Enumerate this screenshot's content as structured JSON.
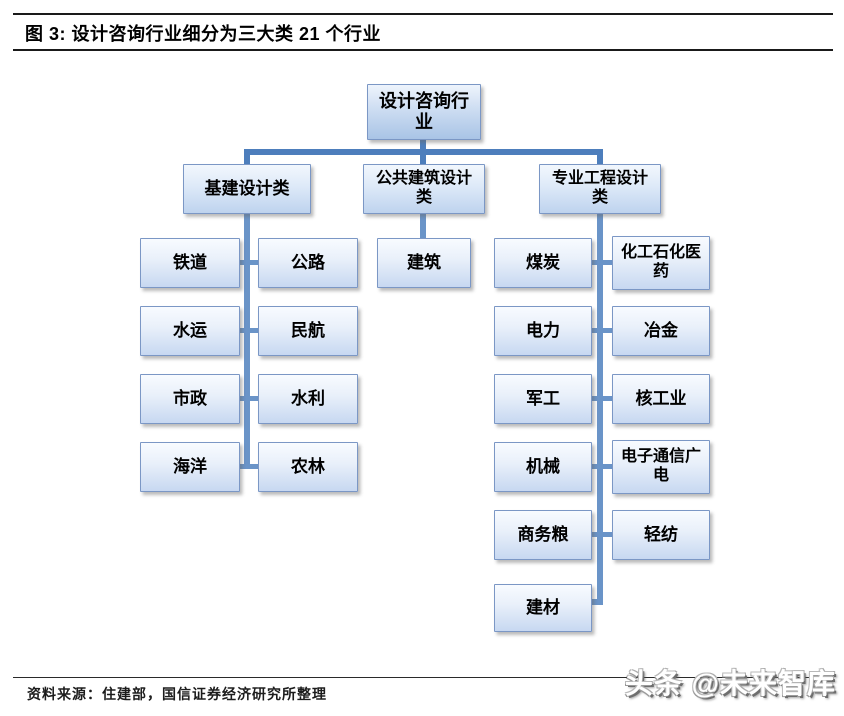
{
  "figure": {
    "title": "图 3:  设计咨询行业细分为三大类 21 个行业",
    "source": "资料来源：住建部，国信证券经济研究所整理",
    "watermark": "头条 @未来智库"
  },
  "tree": {
    "root": "设计咨询行业",
    "branches": [
      {
        "label": "基建设计类",
        "children": [
          "铁道",
          "公路",
          "水运",
          "民航",
          "市政",
          "水利",
          "海洋",
          "农林"
        ]
      },
      {
        "label": "公共建筑设计类",
        "children": [
          "建筑"
        ]
      },
      {
        "label": "专业工程设计类",
        "children": [
          "煤炭",
          "化工石化医药",
          "电力",
          "冶金",
          "军工",
          "核工业",
          "机械",
          "电子通信广电",
          "商务粮",
          "轻纺",
          "建材"
        ]
      }
    ]
  },
  "colors": {
    "connector_dark": "#4d7ebc",
    "connector_light": "#6a94c8",
    "box_border": "#7b97c5",
    "box_fill_top": "#f8fbff",
    "box_fill_bottom": "#c7d8f1",
    "root_fill_bottom": "#a9c4e6"
  }
}
